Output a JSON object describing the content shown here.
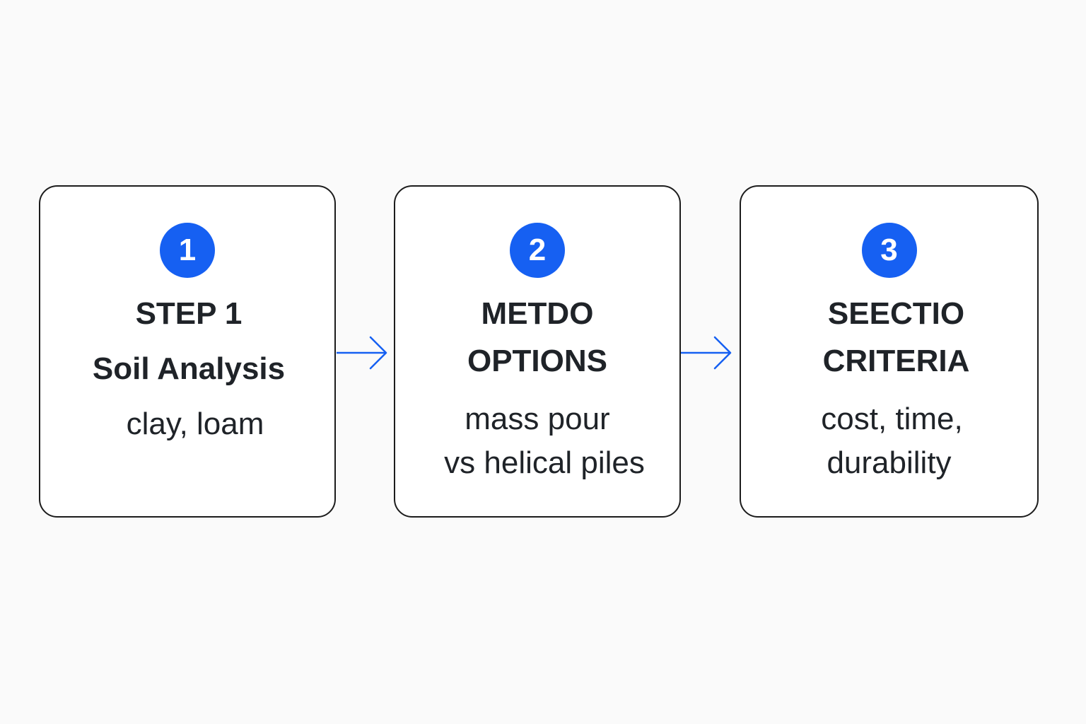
{
  "accent_color": "#1660f2",
  "steps": [
    {
      "badge": "1",
      "title_lines": [
        "STEP 1",
        "Soil Analysis"
      ],
      "desc_lines": [
        "clay, loam"
      ]
    },
    {
      "badge": "2",
      "title_lines": [
        "METDO",
        "OPTIONS"
      ],
      "desc_lines": [
        "mass pour",
        "vs helical piles"
      ]
    },
    {
      "badge": "3",
      "title_lines": [
        "SEECTIO",
        "CRITERIA"
      ],
      "desc_lines": [
        "cost, time,",
        "durability"
      ]
    }
  ],
  "connectors": [
    "arrow-right-icon",
    "arrow-right-icon"
  ]
}
